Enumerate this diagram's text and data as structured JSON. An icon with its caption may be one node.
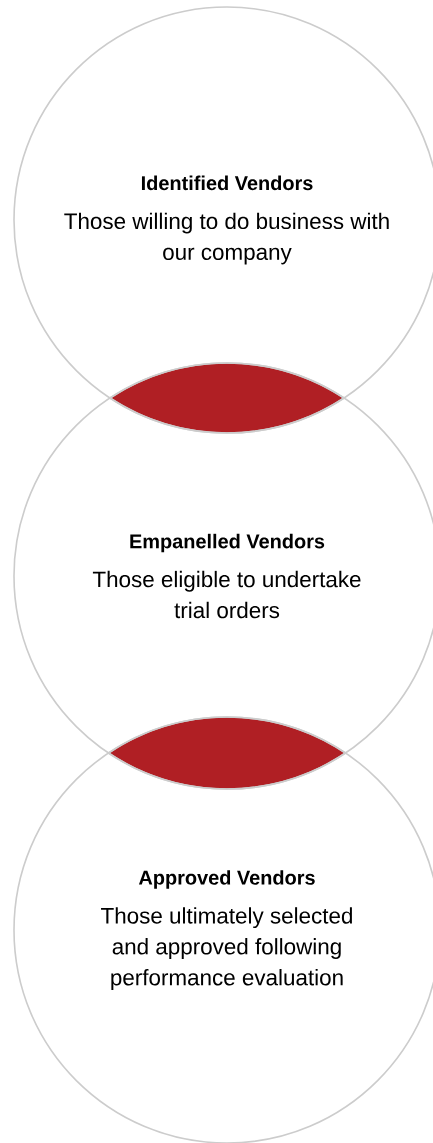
{
  "diagram": {
    "nodes": [
      {
        "text": [
          "Identified Vendors",
          "Those willing to do business with our company"
        ]
      },
      {
        "text": [],
        "shape": "lens"
      },
      {
        "text": [
          "Empanelled Vendors",
          "Those eligible to undertake trial orders"
        ]
      },
      {
        "text": [],
        "shape": "lens"
      },
      {
        "text": [
          "Approved Vendors",
          "Those ultimately selected and approved following performance evaluation"
        ]
      }
    ]
  }
}
